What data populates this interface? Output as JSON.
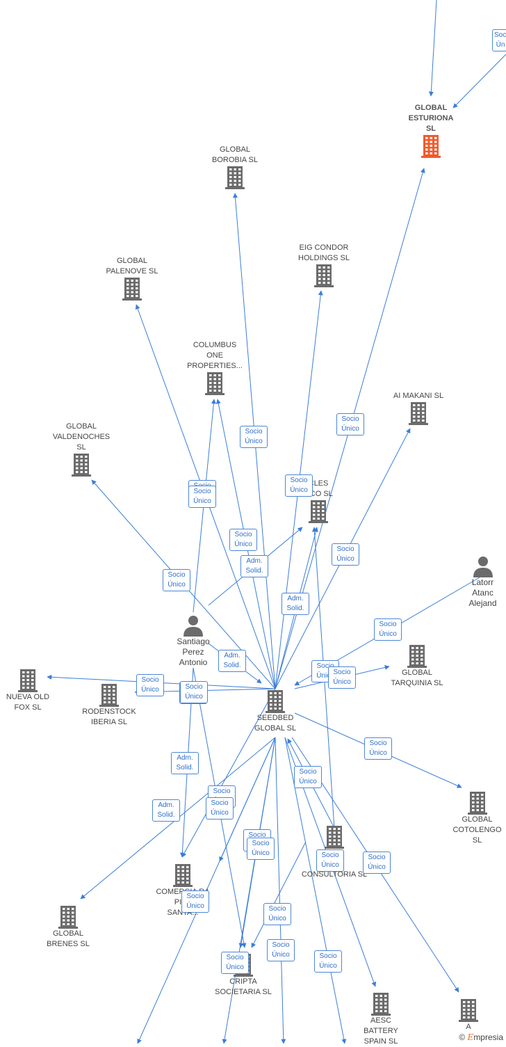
{
  "nodes": [
    {
      "id": "global-esturiona",
      "label": "GLOBAL\nESTURIONA\nSL",
      "kind": "company",
      "focus": true,
      "color": "#f25a2c"
    },
    {
      "id": "global-borobia",
      "label": "GLOBAL\nBOROBIA SL",
      "kind": "company"
    },
    {
      "id": "eig-condor",
      "label": "EIG CONDOR\nHOLDINGS SL",
      "kind": "company"
    },
    {
      "id": "global-palenove",
      "label": "GLOBAL\nPALENOVE SL",
      "kind": "company"
    },
    {
      "id": "columbus-one",
      "label": "COLUMBUS\nONE\nPROPERTIES...",
      "kind": "company"
    },
    {
      "id": "ai-makani",
      "label": "AI MAKANI SL",
      "kind": "company"
    },
    {
      "id": "global-valdenoches",
      "label": "GLOBAL\nVALDENOCHES\nSL",
      "kind": "company"
    },
    {
      "id": "cles-oco",
      "label": "CLES\nOCO SL",
      "kind": "company"
    },
    {
      "id": "latorre",
      "label": "Latorr\nAtanc\nAlejand",
      "kind": "person"
    },
    {
      "id": "santiago",
      "label": "Santiago\nPerez\nAntonio",
      "kind": "person"
    },
    {
      "id": "global-tarquinia",
      "label": "GLOBAL\nTARQUINIA SL",
      "kind": "company"
    },
    {
      "id": "nueva-old-fox",
      "label": "NUEVA OLD\nFOX SL",
      "kind": "company"
    },
    {
      "id": "rodenstock",
      "label": "RODENSTOCK\nIBERIA SL",
      "kind": "company"
    },
    {
      "id": "seedbed",
      "label": "SEEDBED\nGLOBAL SL",
      "kind": "company"
    },
    {
      "id": "global-cotolengo",
      "label": "GLOBAL\nCOTOLENGO\nSL",
      "kind": "company"
    },
    {
      "id": "consultoria",
      "label": "L E &\nA OS\nCONSULTORIA SL",
      "kind": "company"
    },
    {
      "id": "comercial",
      "label": "COMERCIA RA\nPIZA\nSANTA...",
      "kind": "company"
    },
    {
      "id": "global-brenes",
      "label": "GLOBAL\nBRENES SL",
      "kind": "company"
    },
    {
      "id": "cripta",
      "label": "CRIPTA\nSOCIETARIA SL",
      "kind": "company"
    },
    {
      "id": "aesc",
      "label": "AESC\nBATTERY\nSPAIN SL",
      "kind": "company"
    },
    {
      "id": "bottom-right",
      "label": "A",
      "kind": "company"
    }
  ],
  "relations": [
    {
      "text": "Socio\nÚnico"
    },
    {
      "text": "Socio\nÚnico"
    },
    {
      "text": "Socio\nÚnico"
    },
    {
      "text": "Socio\nÚnico"
    },
    {
      "text": "Socio\nÚnico"
    },
    {
      "text": "Adm.\nSolid."
    },
    {
      "text": "Socio\nÚnico"
    },
    {
      "text": "Adm.\nSolid."
    },
    {
      "text": "Socio\nÚnico"
    },
    {
      "text": "Socio\nÚnico"
    },
    {
      "text": "Socio\nÚnico"
    },
    {
      "text": "Adm.\nSolid."
    },
    {
      "text": "Adm.\nSolid."
    },
    {
      "text": "Socio\nÚnico"
    },
    {
      "text": "Socio\nÚnico"
    },
    {
      "text": "Socio\nÚnico"
    },
    {
      "text": "Socio\nÚnico"
    },
    {
      "text": "Socio\nÚnico"
    },
    {
      "text": "Adm.\nSolid."
    },
    {
      "text": "Socio\nÚnico"
    },
    {
      "text": "Socio\nÚnico"
    },
    {
      "text": "Socio\nÚnico"
    },
    {
      "text": "Socio\nÚnico"
    },
    {
      "text": "Socio\nÚnico"
    },
    {
      "text": "Socio\nÚnico"
    },
    {
      "text": "Socio\nÚnico"
    },
    {
      "text": "Socio\nÚnico"
    },
    {
      "text": "Socio\nÚnico"
    },
    {
      "text": "Socio\nÚnico"
    },
    {
      "text": "Socio\nÚnico"
    },
    {
      "text": "Socio\nÚnico"
    },
    {
      "text": "Socio\nÚnico"
    },
    {
      "text": "Socio\nÚn"
    }
  ],
  "brand": {
    "copyright": "©",
    "name": "mpresia",
    "initial": "E"
  },
  "colors": {
    "edge": "#3b7dd8",
    "building": "#6b6b6b",
    "focus": "#f25a2c"
  }
}
